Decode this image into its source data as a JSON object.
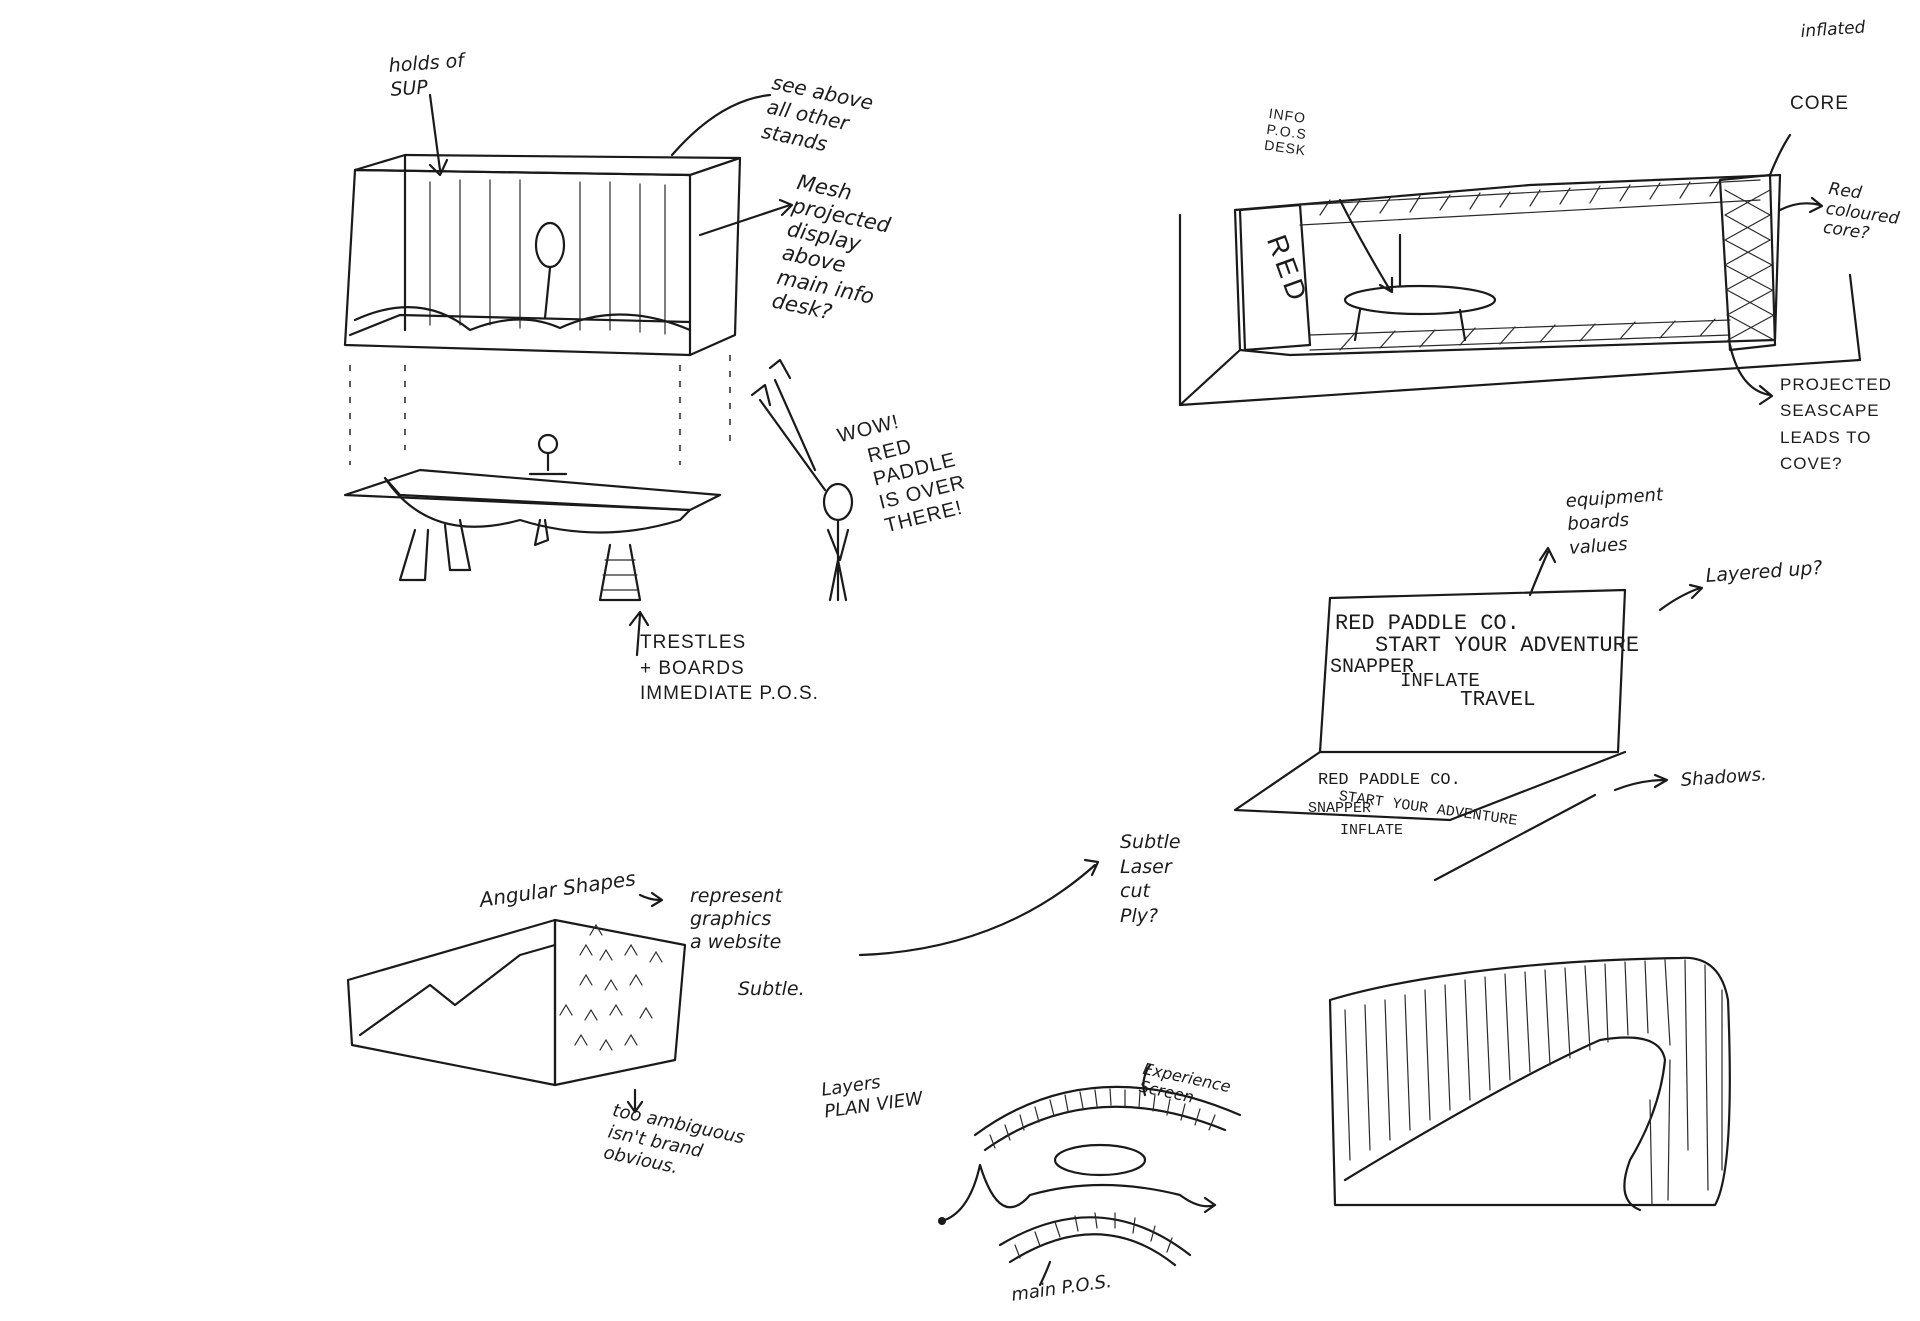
{
  "sheet": {
    "notes": {
      "holds_of_sup": "holds of\nSUP",
      "see_above": "see above\nall other\nstands",
      "mesh_display": "Mesh\nprojected\ndisplay\nabove\nmain info\ndesk?",
      "wow": "WOW!",
      "red_paddle_over_there": "RED\nPADDLE\nIS OVER\nTHERE!",
      "trestles": "TRESTLES\n+ BOARDS\nIMMEDIATE P.O.S.",
      "info_pos_desk": "INFO\nP.O.S\nDESK",
      "inflated": "inflated",
      "core": "CORE",
      "red_coloured_core": "Red\ncoloured\ncore?",
      "red_wall": "RED",
      "projected_seascape": "PROJECTED\nSEASCAPE\nLEADS TO\nCOVE?",
      "equipment_boards_values": "equipment\nboards\nvalues",
      "layered_up": "Layered up?",
      "shadows": "Shadows.",
      "subtle_laser": "Subtle\nLaser\ncut\nPly?",
      "angular_shapes": "Angular Shapes",
      "represent_graphics": "represent\ngraphics\na website",
      "subtle": "Subtle.",
      "too_ambiguous": "too ambiguous\nisn't brand\nobvious.",
      "layers_plan_view": "Layers\nPLAN VIEW",
      "experience_screen": "Experience\nScreen",
      "main_pos": "main P.O.S."
    },
    "board": {
      "line1": "RED PADDLE CO.",
      "line2": "START YOUR ADVENTURE",
      "line3": "SNAPPER",
      "line4": "INFLATE",
      "line5": "TRAVEL"
    },
    "shadow_board": {
      "line1": "RED PADDLE CO.",
      "line2": "START YOUR ADVENTURE",
      "line3": "SNAPPER",
      "line4": "INFLATE"
    }
  }
}
